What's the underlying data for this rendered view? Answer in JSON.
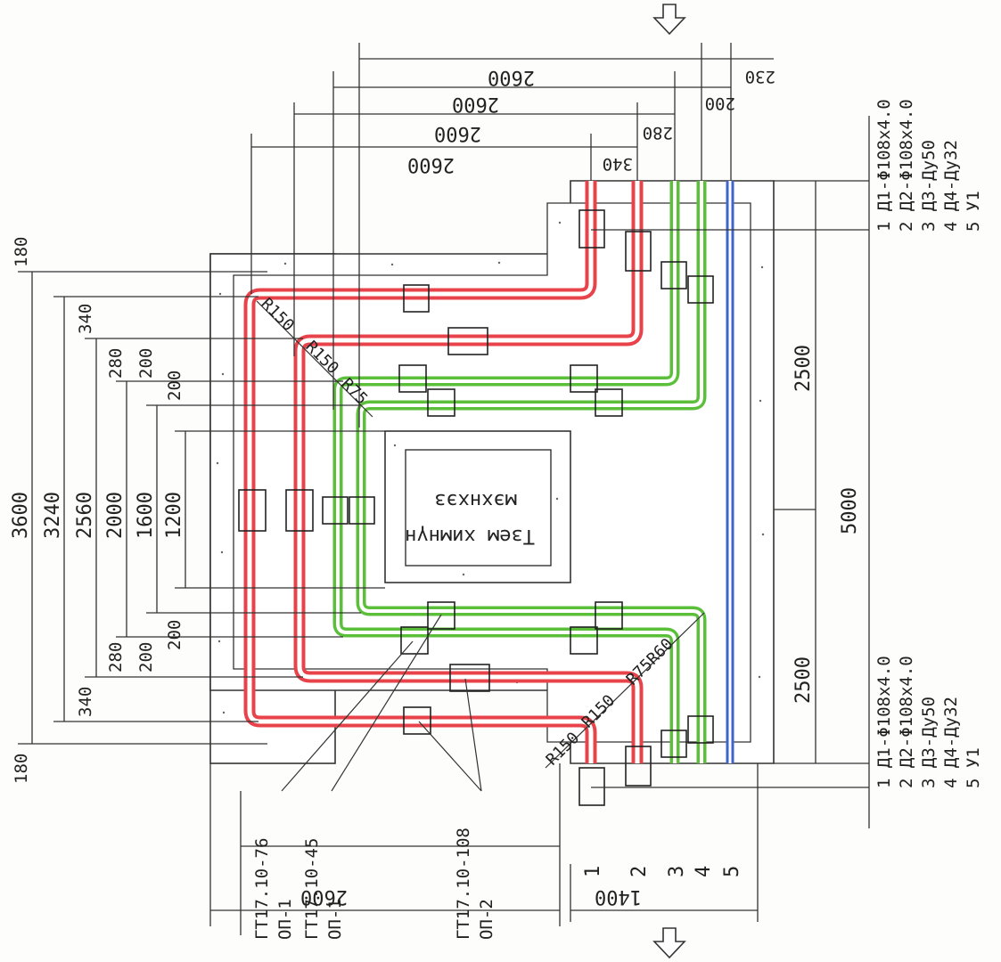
{
  "top_dims": [
    "2600",
    "2600",
    "2600",
    "2600",
    "340",
    "280",
    "200",
    "230"
  ],
  "left_dims": [
    "3600",
    "3240",
    "2560",
    "2000",
    "1600",
    "1200",
    "180",
    "180",
    "340",
    "340",
    "280",
    "280",
    "200",
    "200",
    "200",
    "200"
  ],
  "right_dims": [
    "2500",
    "5000",
    "2500"
  ],
  "bottom_dims": [
    "2600",
    "1400"
  ],
  "pipe_numbers": [
    "1",
    "2",
    "3",
    "4",
    "5"
  ],
  "legend_top": [
    "1 Д1-Φ108x4.0",
    "2 Д2-Φ108x4.0",
    "3 Д3-Ду50",
    "4 Д4-Ду32",
    "5 У1"
  ],
  "legend_bottom": [
    "1 Д1-Φ108x4.0",
    "2 Д2-Φ108x4.0",
    "3 Д3-Ду50",
    "4 Д4-Ду32",
    "5 У1"
  ],
  "radii_top": [
    "R150",
    "R150",
    "R75"
  ],
  "radii_bottom": [
    "R150",
    "R150",
    "R75R60"
  ],
  "pit_label": [
    "Тзем химнүн",
    "мэхнхэз"
  ],
  "callouts": [
    {
      "top": "ГТ17.10-76",
      "bottom": "ОП-1"
    },
    {
      "top": "ГТ17.10-45",
      "bottom": "ОП-1"
    },
    {
      "top": "ГТ17.10-108",
      "bottom": "ОП-2"
    }
  ],
  "colors": {
    "pipe_hot": "#e8434a",
    "pipe_green": "#5bbf3a",
    "pipe_blue": "#3f66c8",
    "line": "#333333"
  }
}
